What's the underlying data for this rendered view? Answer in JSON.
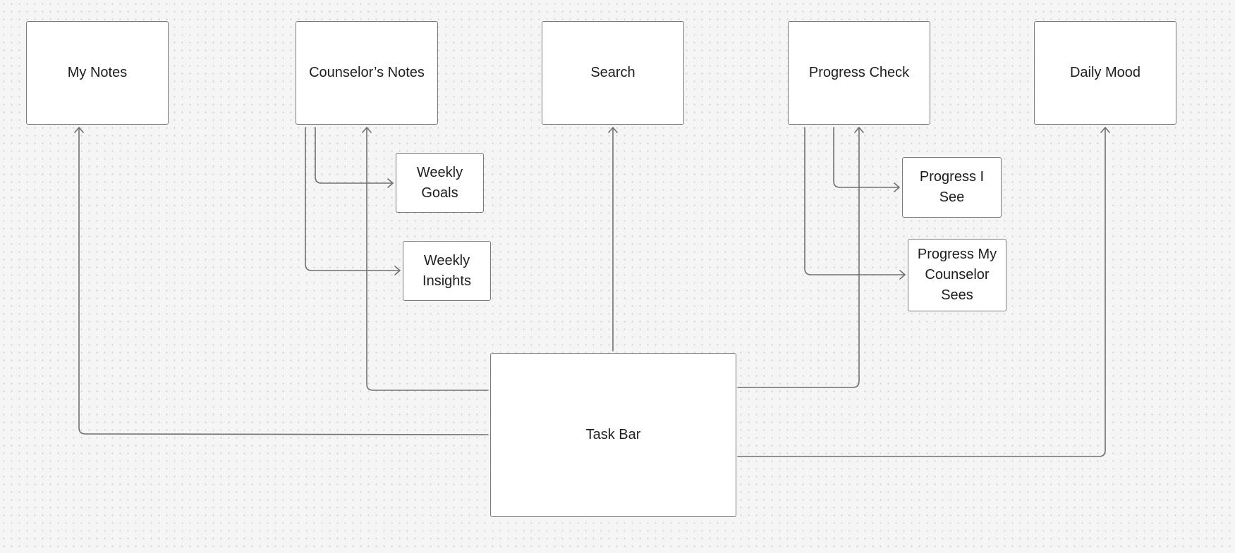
{
  "diagram": {
    "nodes": {
      "my_notes": "My Notes",
      "counselors_notes": "Counselor’s Notes",
      "search": "Search",
      "progress_check": "Progress Check",
      "daily_mood": "Daily Mood",
      "weekly_goals": "Weekly\nGoals",
      "weekly_insights": "Weekly\nInsights",
      "progress_i_see": "Progress I\nSee",
      "progress_my_counselor_sees": "Progress My\nCounselor\nSees",
      "task_bar": "Task Bar"
    },
    "edges": [
      {
        "from": "task_bar",
        "to": "my_notes"
      },
      {
        "from": "task_bar",
        "to": "counselors_notes"
      },
      {
        "from": "task_bar",
        "to": "search"
      },
      {
        "from": "task_bar",
        "to": "progress_check"
      },
      {
        "from": "task_bar",
        "to": "daily_mood"
      },
      {
        "from": "counselors_notes",
        "to": "weekly_goals"
      },
      {
        "from": "counselors_notes",
        "to": "weekly_insights"
      },
      {
        "from": "progress_check",
        "to": "progress_i_see"
      },
      {
        "from": "progress_check",
        "to": "progress_my_counselor_sees"
      }
    ],
    "colors": {
      "background": "#f5f5f5",
      "node_fill": "#ffffff",
      "node_border": "#7a7a7a",
      "connector": "#707070",
      "text": "#1e1e1e"
    }
  }
}
